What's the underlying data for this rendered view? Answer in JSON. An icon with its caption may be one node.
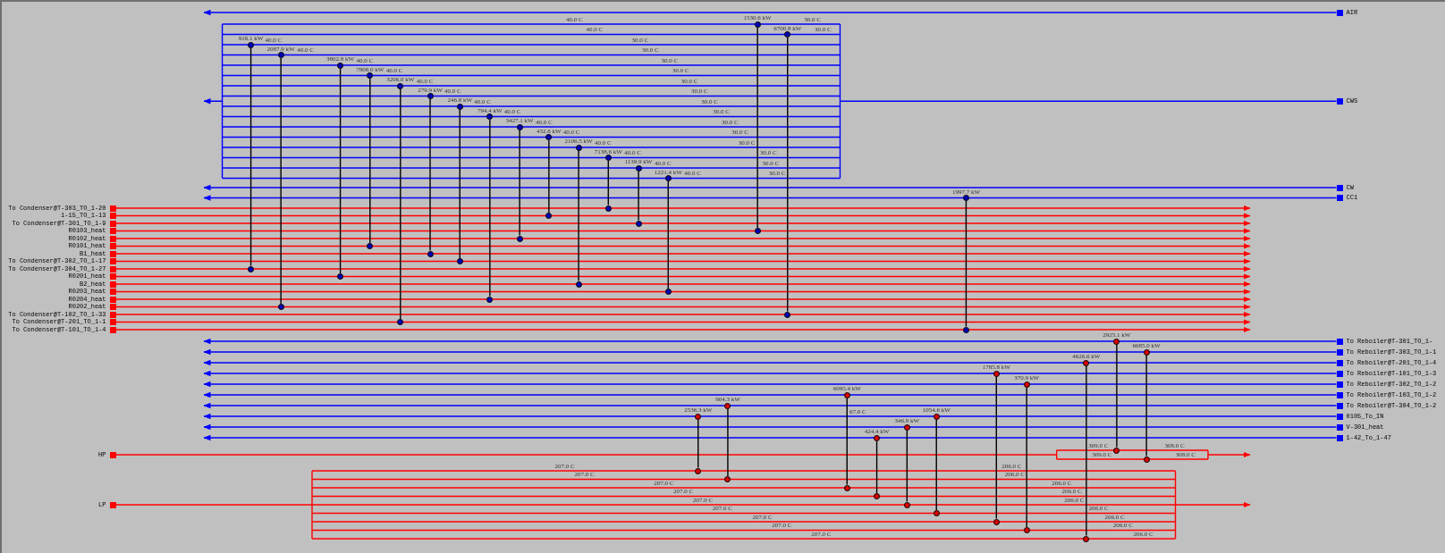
{
  "diagram": {
    "nodes": [
      {
        "text": [],
        "shape": "box",
        "beside": [
          "AIR"
        ]
      },
      {
        "text": [],
        "shape": "box",
        "beside": [
          "CWS"
        ]
      },
      {
        "text": [],
        "shape": "box",
        "beside": [
          "CW"
        ]
      },
      {
        "text": [],
        "shape": "box",
        "beside": [
          "CC1"
        ]
      },
      {
        "text": [],
        "shape": "box",
        "beside": [
          "To Condenser@T-303_TO_1-20"
        ]
      },
      {
        "text": [],
        "shape": "box",
        "beside": [
          "1-15_TO_1-13"
        ]
      },
      {
        "text": [],
        "shape": "box",
        "beside": [
          "To Condenser@T-301_TO_1-9"
        ]
      },
      {
        "text": [],
        "shape": "box",
        "beside": [
          "R0103_heat"
        ]
      },
      {
        "text": [],
        "shape": "box",
        "beside": [
          "R0102_heat"
        ]
      },
      {
        "text": [],
        "shape": "box",
        "beside": [
          "R0101_heat"
        ]
      },
      {
        "text": [],
        "shape": "box",
        "beside": [
          "B1_heat"
        ]
      },
      {
        "text": [],
        "shape": "box",
        "beside": [
          "To Condenser@T-302_TO_1-17"
        ]
      },
      {
        "text": [],
        "shape": "box",
        "beside": [
          "To Condenser@T-304_TO_1-27"
        ]
      },
      {
        "text": [],
        "shape": "box",
        "beside": [
          "R0201_heat"
        ]
      },
      {
        "text": [],
        "shape": "box",
        "beside": [
          "B2_heat"
        ]
      },
      {
        "text": [],
        "shape": "box",
        "beside": [
          "R0203_heat"
        ]
      },
      {
        "text": [],
        "shape": "box",
        "beside": [
          "R0204_heat"
        ]
      },
      {
        "text": [],
        "shape": "box",
        "beside": [
          "R0202_heat"
        ]
      },
      {
        "text": [],
        "shape": "box",
        "beside": [
          "To Condenser@T-102_TO_1-33"
        ]
      },
      {
        "text": [],
        "shape": "box",
        "beside": [
          "To Condenser@T-201_TO_1-1"
        ]
      },
      {
        "text": [],
        "shape": "box",
        "beside": [
          "To Condenser@T-101_TO_1-4"
        ]
      },
      {
        "text": [],
        "shape": "box",
        "beside": [
          "To Reboiler@T-301_TO_1-"
        ]
      },
      {
        "text": [],
        "shape": "box",
        "beside": [
          "To Reboiler@T-303_TO_1-1"
        ]
      },
      {
        "text": [],
        "shape": "box",
        "beside": [
          "To Reboiler@T-201_TO_1-4"
        ]
      },
      {
        "text": [],
        "shape": "box",
        "beside": [
          "To Reboiler@T-101_TO_1-3"
        ]
      },
      {
        "text": [],
        "shape": "box",
        "beside": [
          "To Reboiler@T-302_TO_1-2"
        ]
      },
      {
        "text": [],
        "shape": "box",
        "beside": [
          "To Reboiler@T-103_TO_1-2"
        ]
      },
      {
        "text": [],
        "shape": "box",
        "beside": [
          "To Reboiler@T-304_TO_1-2"
        ]
      },
      {
        "text": [],
        "shape": "box",
        "beside": [
          "0105_To_IN"
        ]
      },
      {
        "text": [],
        "shape": "box",
        "beside": [
          "V-301_heat"
        ]
      },
      {
        "text": [],
        "shape": "box",
        "beside": [
          "1-42_To_1-47"
        ]
      },
      {
        "text": [],
        "shape": "box",
        "beside": [
          "HP"
        ]
      },
      {
        "text": [],
        "shape": "box",
        "beside": [
          "LP"
        ]
      },
      {
        "text": [],
        "shape": "circle",
        "beside": [
          "916.1 kW"
        ]
      },
      {
        "text": [],
        "shape": "circle"
      },
      {
        "text": [],
        "shape": "circle",
        "beside": [
          "2087.9 kW"
        ]
      },
      {
        "text": [],
        "shape": "circle"
      },
      {
        "text": [],
        "shape": "circle",
        "beside": [
          "3802.8 kW"
        ]
      },
      {
        "text": [],
        "shape": "circle"
      },
      {
        "text": [],
        "shape": "circle",
        "beside": [
          "7808.0 kW"
        ]
      },
      {
        "text": [],
        "shape": "circle"
      },
      {
        "text": [],
        "shape": "circle",
        "beside": [
          "3206.0 kW"
        ]
      },
      {
        "text": [],
        "shape": "circle"
      },
      {
        "text": [],
        "shape": "circle",
        "beside": [
          "279.9 kW"
        ]
      },
      {
        "text": [],
        "shape": "circle"
      },
      {
        "text": [],
        "shape": "circle",
        "beside": [
          "246.8 kW"
        ]
      },
      {
        "text": [],
        "shape": "circle"
      },
      {
        "text": [],
        "shape": "circle",
        "beside": [
          "794.4 kW"
        ]
      },
      {
        "text": [],
        "shape": "circle"
      },
      {
        "text": [],
        "shape": "circle",
        "beside": [
          "3427.1 kW"
        ]
      },
      {
        "text": [],
        "shape": "circle"
      },
      {
        "text": [],
        "shape": "circle",
        "beside": [
          "432.6 kW"
        ]
      },
      {
        "text": [],
        "shape": "circle"
      },
      {
        "text": [],
        "shape": "circle",
        "beside": [
          "2106.5 kW"
        ]
      },
      {
        "text": [],
        "shape": "circle"
      },
      {
        "text": [],
        "shape": "circle",
        "beside": [
          "7138.6 kW"
        ]
      },
      {
        "text": [],
        "shape": "circle"
      },
      {
        "text": [],
        "shape": "circle",
        "beside": [
          "1139.9 kW"
        ]
      },
      {
        "text": [],
        "shape": "circle"
      },
      {
        "text": [],
        "shape": "circle",
        "beside": [
          "1221.4 kW"
        ]
      },
      {
        "text": [],
        "shape": "circle"
      },
      {
        "text": [],
        "shape": "circle",
        "beside": [
          "2536.3 kW"
        ]
      },
      {
        "text": [],
        "shape": "circle"
      },
      {
        "text": [],
        "shape": "circle",
        "beside": [
          "904.3 kW"
        ]
      },
      {
        "text": [],
        "shape": "circle"
      },
      {
        "text": [],
        "shape": "circle",
        "beside": [
          "1530.6 kW"
        ]
      },
      {
        "text": [],
        "shape": "circle"
      },
      {
        "text": [],
        "shape": "circle",
        "beside": [
          "6700.8 kW"
        ]
      },
      {
        "text": [],
        "shape": "circle"
      },
      {
        "text": [],
        "shape": "circle",
        "beside": [
          "6095.4 kW"
        ]
      },
      {
        "text": [],
        "shape": "circle"
      },
      {
        "text": [],
        "shape": "circle",
        "beside": [
          "424.4 kW"
        ]
      },
      {
        "text": [],
        "shape": "circle"
      },
      {
        "text": [],
        "shape": "circle",
        "beside": [
          "346.9 kW"
        ]
      },
      {
        "text": [],
        "shape": "circle"
      },
      {
        "text": [],
        "shape": "circle",
        "beside": [
          "1054.6 kW"
        ]
      },
      {
        "text": [],
        "shape": "circle"
      },
      {
        "text": [],
        "shape": "circle",
        "beside": [
          "1997.7 kW"
        ]
      },
      {
        "text": [],
        "shape": "circle"
      },
      {
        "text": [],
        "shape": "circle",
        "beside": [
          "1785.8 kW"
        ]
      },
      {
        "text": [],
        "shape": "circle"
      },
      {
        "text": [],
        "shape": "circle",
        "beside": [
          "370.9 kW"
        ]
      },
      {
        "text": [],
        "shape": "circle"
      },
      {
        "text": [],
        "shape": "circle",
        "beside": [
          "4626.6 kW"
        ]
      },
      {
        "text": [],
        "shape": "circle"
      },
      {
        "text": [],
        "shape": "circle",
        "beside": [
          "2925.1 kW"
        ]
      },
      {
        "text": [],
        "shape": "circle"
      },
      {
        "text": [],
        "shape": "circle",
        "beside": [
          "6685.0 kW"
        ]
      },
      {
        "text": [],
        "shape": "circle"
      }
    ],
    "edges": [
      {
        "from": 0,
        "to": null,
        "arrow": "to",
        "color": "#0000ff"
      },
      {
        "from": 1,
        "to": null,
        "arrow": "to",
        "color": "#0000ff"
      },
      {
        "from": 2,
        "to": null,
        "arrow": "to",
        "color": "#0000ff"
      },
      {
        "from": 3,
        "to": null,
        "arrow": "to",
        "color": "#0000ff"
      },
      {
        "from": 4,
        "to": null,
        "arrow": "to",
        "color": "#ff0000"
      },
      {
        "from": 5,
        "to": null,
        "arrow": "to",
        "color": "#ff0000"
      },
      {
        "from": 6,
        "to": null,
        "arrow": "to",
        "color": "#ff0000"
      },
      {
        "from": 7,
        "to": null,
        "arrow": "to",
        "color": "#ff0000"
      },
      {
        "from": 8,
        "to": null,
        "arrow": "to",
        "color": "#ff0000"
      },
      {
        "from": 9,
        "to": null,
        "arrow": "to",
        "color": "#ff0000"
      },
      {
        "from": 10,
        "to": null,
        "arrow": "to",
        "color": "#ff0000"
      },
      {
        "from": 11,
        "to": null,
        "arrow": "to",
        "color": "#ff0000"
      },
      {
        "from": 12,
        "to": null,
        "arrow": "to",
        "color": "#ff0000"
      },
      {
        "from": 13,
        "to": null,
        "arrow": "to",
        "color": "#ff0000"
      },
      {
        "from": 14,
        "to": null,
        "arrow": "to",
        "color": "#ff0000"
      },
      {
        "from": 15,
        "to": null,
        "arrow": "to",
        "color": "#ff0000"
      },
      {
        "from": 16,
        "to": null,
        "arrow": "to",
        "color": "#ff0000"
      },
      {
        "from": 17,
        "to": null,
        "arrow": "to",
        "color": "#ff0000"
      },
      {
        "from": 18,
        "to": null,
        "arrow": "to",
        "color": "#ff0000"
      },
      {
        "from": 19,
        "to": null,
        "arrow": "to",
        "color": "#ff0000"
      },
      {
        "from": 20,
        "to": null,
        "arrow": "to",
        "color": "#ff0000"
      },
      {
        "from": 21,
        "to": null,
        "arrow": "to",
        "color": "#0000ff"
      },
      {
        "from": 22,
        "to": null,
        "arrow": "to",
        "color": "#0000ff"
      },
      {
        "from": 23,
        "to": null,
        "arrow": "to",
        "color": "#0000ff"
      },
      {
        "from": 24,
        "to": null,
        "arrow": "to",
        "color": "#0000ff"
      },
      {
        "from": 25,
        "to": null,
        "arrow": "to",
        "color": "#0000ff"
      },
      {
        "from": 26,
        "to": null,
        "arrow": "to",
        "color": "#0000ff"
      },
      {
        "from": 27,
        "to": null,
        "arrow": "to",
        "color": "#0000ff"
      },
      {
        "from": 28,
        "to": null,
        "arrow": "to",
        "color": "#0000ff"
      },
      {
        "from": 29,
        "to": null,
        "arrow": "to",
        "color": "#0000ff"
      },
      {
        "from": 30,
        "to": null,
        "arrow": "to",
        "color": "#0000ff"
      },
      {
        "from": 31,
        "to": null,
        "arrow": "to",
        "color": "#ff0000"
      },
      {
        "from": 32,
        "to": null,
        "arrow": "to",
        "color": "#ff0000"
      },
      {
        "from": 33,
        "to": 34,
        "arrow": "none"
      },
      {
        "from": 35,
        "to": 36,
        "arrow": "none"
      },
      {
        "from": 37,
        "to": 38,
        "arrow": "none"
      },
      {
        "from": 39,
        "to": 40,
        "arrow": "none"
      },
      {
        "from": 41,
        "to": 42,
        "arrow": "none"
      },
      {
        "from": 43,
        "to": 44,
        "arrow": "none"
      },
      {
        "from": 45,
        "to": 46,
        "arrow": "none"
      },
      {
        "from": 47,
        "to": 48,
        "arrow": "none"
      },
      {
        "from": 49,
        "to": 50,
        "arrow": "none"
      },
      {
        "from": 51,
        "to": 52,
        "arrow": "none"
      },
      {
        "from": 53,
        "to": 54,
        "arrow": "none"
      },
      {
        "from": 55,
        "to": 56,
        "arrow": "none"
      },
      {
        "from": 57,
        "to": 58,
        "arrow": "none"
      },
      {
        "from": 59,
        "to": 60,
        "arrow": "none"
      },
      {
        "from": 61,
        "to": 62,
        "arrow": "none"
      },
      {
        "from": 63,
        "to": 64,
        "arrow": "none"
      },
      {
        "from": 65,
        "to": 66,
        "arrow": "none"
      },
      {
        "from": 67,
        "to": 68,
        "arrow": "none"
      },
      {
        "from": 69,
        "to": 70,
        "arrow": "none"
      },
      {
        "from": 71,
        "to": 72,
        "arrow": "none"
      },
      {
        "from": 73,
        "to": 74,
        "arrow": "none"
      },
      {
        "from": 75,
        "to": 76,
        "arrow": "none"
      },
      {
        "from": 77,
        "to": 78,
        "arrow": "none"
      },
      {
        "from": 79,
        "to": 80,
        "arrow": "none"
      },
      {
        "from": 81,
        "to": 82,
        "arrow": "none"
      },
      {
        "from": 83,
        "to": 84,
        "arrow": "none"
      },
      {
        "from": 85,
        "to": 86,
        "arrow": "none"
      },
      {
        "from": 87,
        "to": 88,
        "arrow": "none"
      }
    ],
    "labels": [
      "40.0 C",
      "30.0 C",
      "40.0 C",
      "30.0 C",
      "40.0 C",
      "30.0 C",
      "40.0 C",
      "30.0 C",
      "40.0 C",
      "30.0 C",
      "40.0 C",
      "30.0 C",
      "40.0 C",
      "30.0 C",
      "40.0 C",
      "30.0 C",
      "40.0 C",
      "30.0 C",
      "40.0 C",
      "30.0 C",
      "40.0 C",
      "30.0 C",
      "40.0 C",
      "30.0 C",
      "40.0 C",
      "30.0 C",
      "40.0 C",
      "30.0 C",
      "40.0 C",
      "30.0 C",
      "40.0 C",
      "30.0 C",
      "67.0 C",
      "309.0 C",
      "308.0 C",
      "309.0 C",
      "308.0 C",
      "207.0 C",
      "206.0 C",
      "207.0 C",
      "206.0 C",
      "207.0 C",
      "206.0 C",
      "207.0 C",
      "206.0 C",
      "207.0 C",
      "206.0 C",
      "207.0 C",
      "206.0 C",
      "207.0 C",
      "206.0 C",
      "207.0 C",
      "206.0 C",
      "207.0 C",
      "206.0 C"
    ]
  }
}
